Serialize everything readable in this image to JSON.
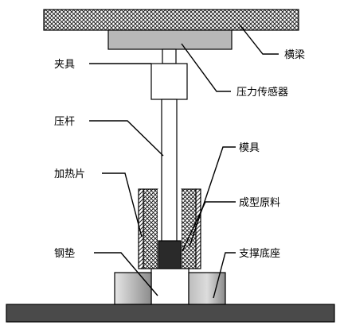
{
  "labels": {
    "crossbeam": "横梁",
    "clamp": "夹具",
    "force_sensor": "压力传感器",
    "press_rod": "压杆",
    "mold": "模具",
    "heater": "加热片",
    "molding_material": "成型原料",
    "steel_pad": "钢垫",
    "support_base": "支撑底座"
  }
}
